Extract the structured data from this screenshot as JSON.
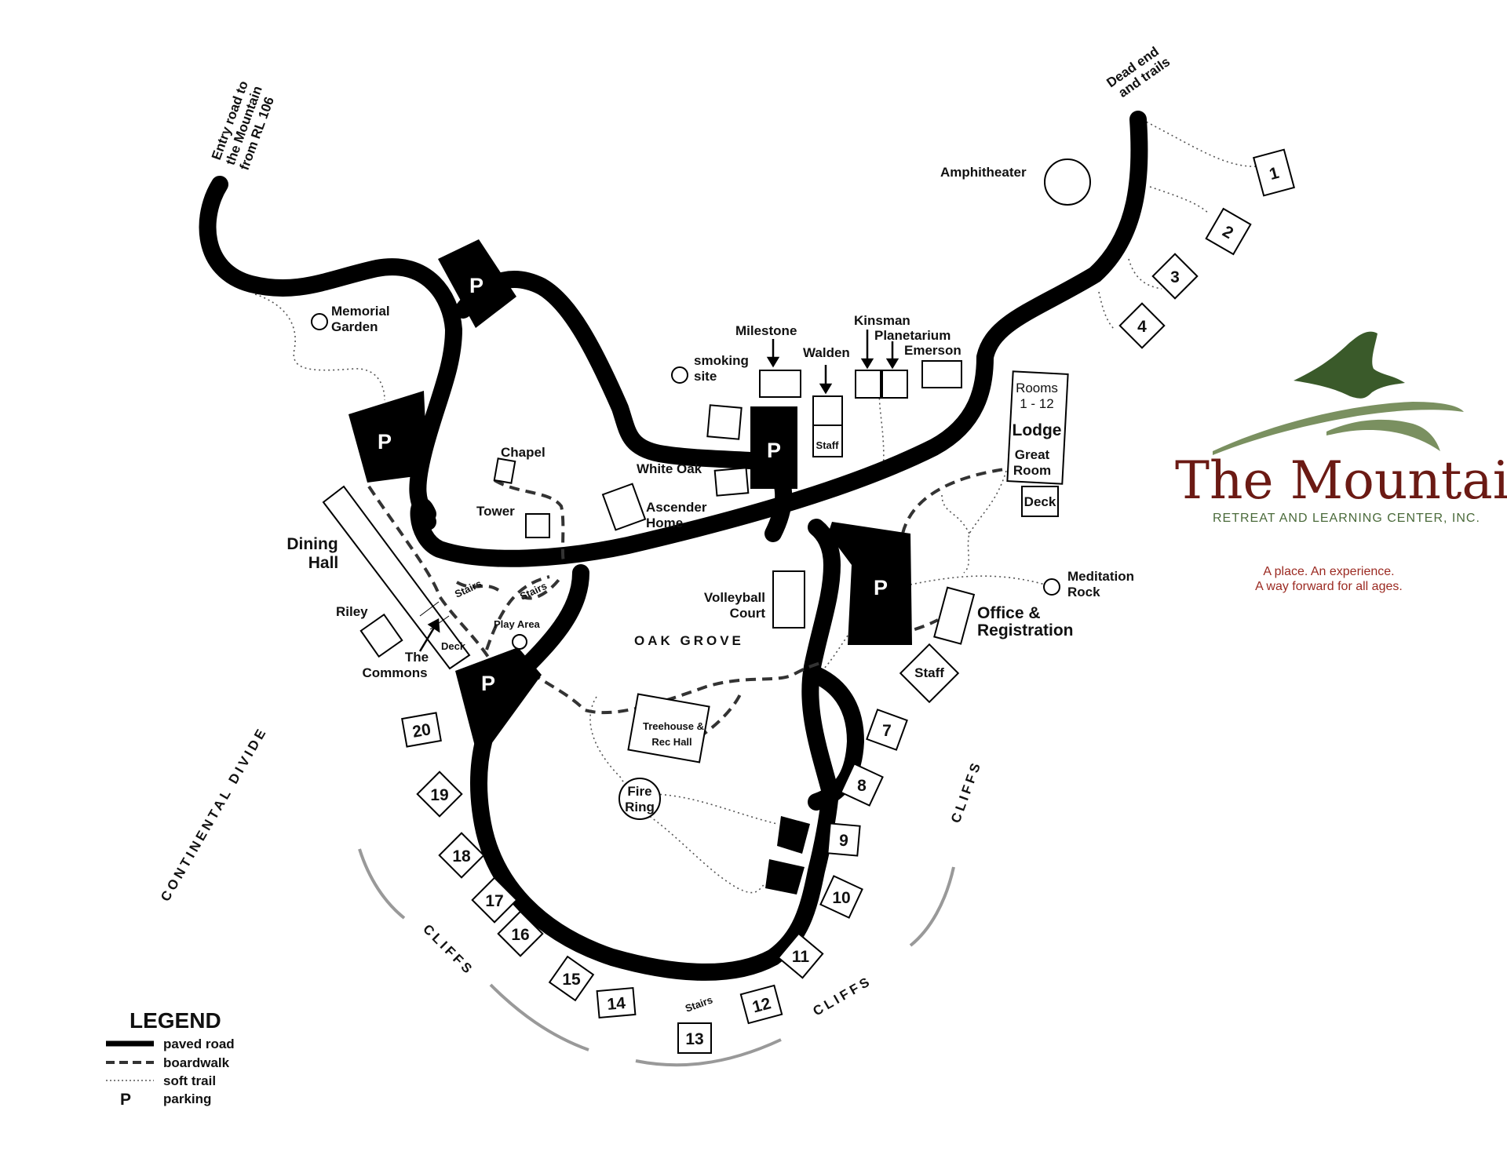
{
  "map": {
    "entry_road_lines": [
      "Entry road to",
      "the Mountain",
      "from RL 106"
    ],
    "dead_end_lines": [
      "Dead end",
      "and trails"
    ],
    "parking_letter": "P",
    "places": {
      "amphitheater": "Amphitheater",
      "memorial_garden": [
        "Memorial",
        "Garden"
      ],
      "milestone": "Milestone",
      "kinsman": "Kinsman",
      "planetarium": "Planetarium",
      "emerson": "Emerson",
      "walden": "Walden",
      "staff": "Staff",
      "smoking_site": [
        "smoking",
        "site"
      ],
      "rooms": [
        "Rooms",
        "1 - 12"
      ],
      "lodge": "Lodge",
      "great_room": [
        "Great",
        "Room"
      ],
      "deck": "Deck",
      "chapel": "Chapel",
      "white_oak": "White Oak",
      "ascender_home": [
        "Ascender",
        "Home"
      ],
      "tower": "Tower",
      "dining_hall": [
        "Dining",
        "Hall"
      ],
      "stairs": "Stairs",
      "riley": "Riley",
      "the_commons": [
        "The",
        "Commons"
      ],
      "play_area": "Play Area",
      "oak_grove": "OAK GROVE",
      "volleyball_court": [
        "Volleyball",
        "Court"
      ],
      "meditation_rock": [
        "Meditation",
        "Rock"
      ],
      "office_registration": [
        "Office &",
        "Registration"
      ],
      "treehouse_rec_hall": [
        "Treehouse &",
        "Rec Hall"
      ],
      "fire_ring": [
        "Fire",
        "Ring"
      ],
      "continental_divide": "CONTINENTAL DIVIDE",
      "cliffs": "CLIFFS"
    },
    "cabins": [
      "1",
      "2",
      "3",
      "4",
      "7",
      "8",
      "9",
      "10",
      "11",
      "12",
      "13",
      "14",
      "15",
      "16",
      "17",
      "18",
      "19",
      "20"
    ]
  },
  "logo": {
    "title": "The Mountain",
    "subtitle": "RETREAT AND LEARNING CENTER, INC.",
    "tagline_lines": [
      "A place. An experience.",
      "A way forward for all ages."
    ],
    "colors": {
      "title": "#6b1a14",
      "green": "#7a9060",
      "bird": "#3a5a2a",
      "tagline": "#9b2a22"
    }
  },
  "legend": {
    "title": "LEGEND",
    "items": [
      {
        "key": "paved_road",
        "label": "paved road"
      },
      {
        "key": "boardwalk",
        "label": "boardwalk"
      },
      {
        "key": "soft_trail",
        "label": "soft trail"
      },
      {
        "key": "parking",
        "label": "parking",
        "symbol": "P"
      }
    ]
  }
}
